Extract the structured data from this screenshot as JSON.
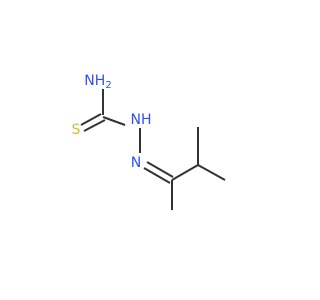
{
  "colors": {
    "bond": "#333333",
    "nitrogen": "#3050F8",
    "sulfur": "#C6C630"
  },
  "atoms": {
    "amine_n": "N",
    "amine_h": "H",
    "amine_h_count": "2",
    "thione_s": "S",
    "hydrazine_n": "N",
    "hydrazine_h": "H",
    "imine_n": "N"
  }
}
